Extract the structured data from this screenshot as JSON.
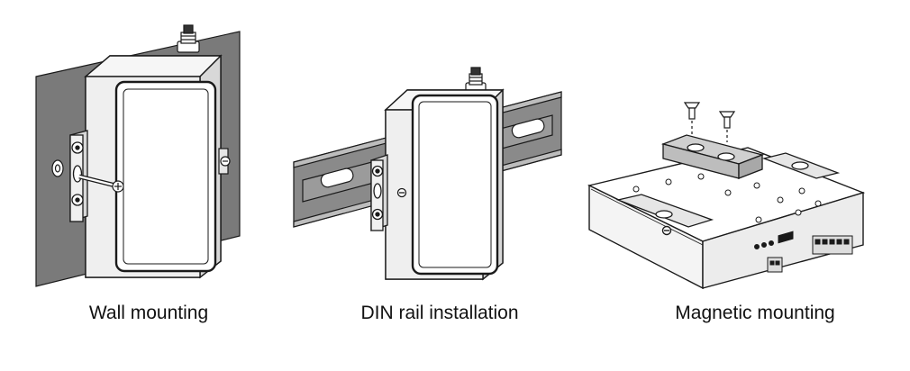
{
  "captions": {
    "wall": "Wall mounting",
    "din": "DIN rail installation",
    "magnetic": "Magnetic mounting"
  },
  "colors": {
    "line": "#1a1a1a",
    "wall_fill": "#7a7a7a",
    "rail_fill": "#8a8a8a",
    "device_face": "#f4f4f4",
    "background": "#ffffff"
  }
}
